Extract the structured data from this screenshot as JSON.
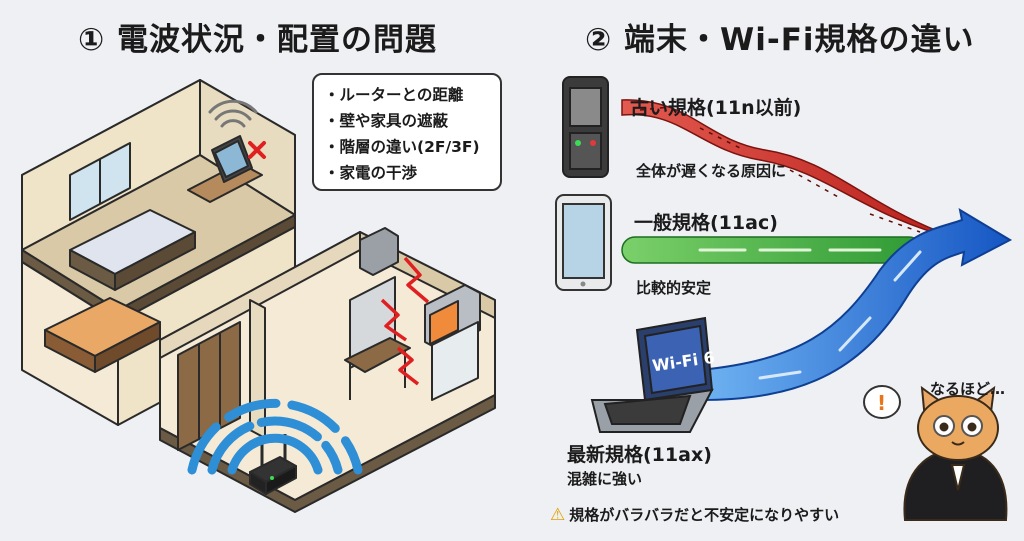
{
  "titles": {
    "left": "① 電波状況・配置の問題",
    "right": "② 端末・Wi-Fi規格の違い"
  },
  "callout": {
    "items": [
      "・ルーターとの距離",
      "・壁や家具の遮蔽",
      "・階層の違い(2F/3F)",
      "・家電の干渉"
    ]
  },
  "devices": {
    "old": {
      "label": "古い規格(11n以前)",
      "desc": "全体が遅くなる原因に"
    },
    "standard": {
      "label": "一般規格(11ac)",
      "desc": "比較的安定"
    },
    "latest": {
      "label": "最新規格(11ax)",
      "desc": "混雑に強い",
      "screen_text": "Wi-Fi 6"
    }
  },
  "warning": {
    "icon": "warning-icon",
    "text": "規格がバラバラだと不安定になりやすい"
  },
  "cat": {
    "speech": "なるほど…",
    "bubble": "!"
  },
  "colors": {
    "old_stream": "#c8322b",
    "standard_stream": "#3fae3f",
    "latest_stream": "#1f6fd1",
    "signal": "#2e8fd6",
    "interference": "#e02020"
  }
}
